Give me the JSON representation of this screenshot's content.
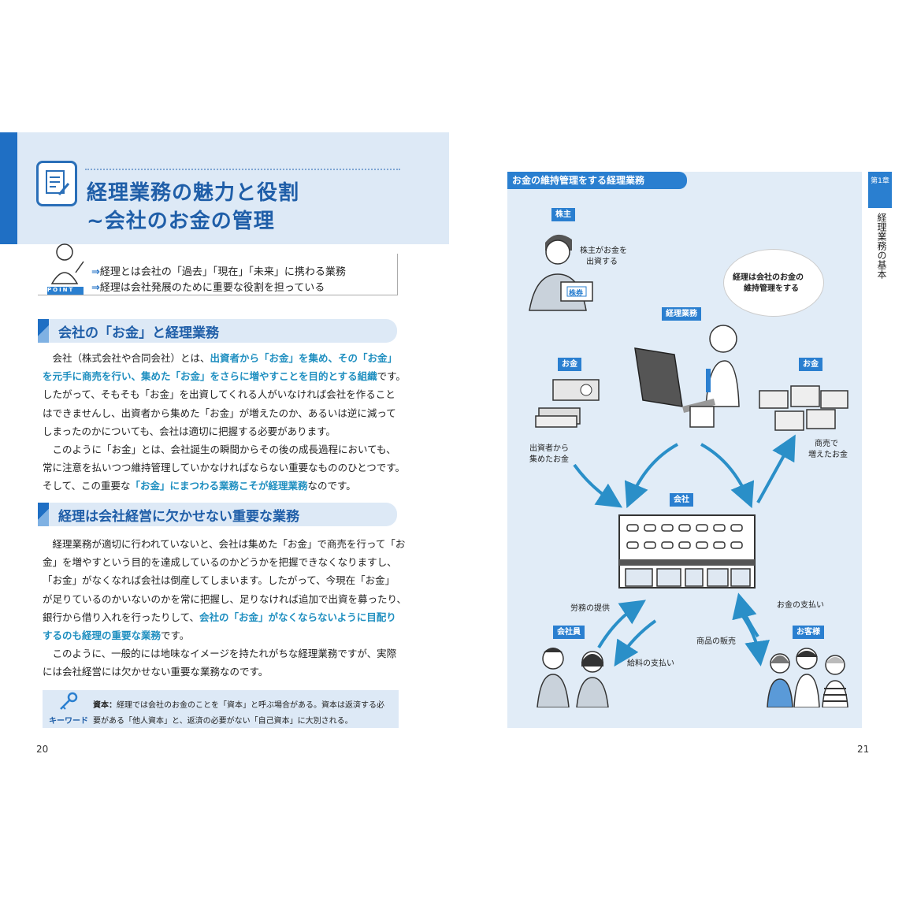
{
  "left_page": {
    "title_line1": "経理業務の魅力と役割",
    "title_line2": "~会社のお金の管理",
    "point": {
      "badge": "POINT",
      "items": [
        "経理とは会社の「過去」「現在」「未来」に携わる業務",
        "経理は会社発展のために重要な役割を担っている"
      ]
    },
    "section1": {
      "title": "会社の「お金」と経理業務",
      "lines": [
        {
          "a": "　会社（株式会社や合同会社）とは、",
          "b": "出資者から「お金」を集め、その「お金」",
          "c": ""
        },
        {
          "a": "",
          "b": "を元手に商売を行い、集めた「お金」をさらに増やすことを目的とする組織",
          "c": "です。"
        },
        {
          "a": "したがって、そもそも「お金」を出資してくれる人がいなければ会社を作ること",
          "b": "",
          "c": ""
        },
        {
          "a": "はできませんし、出資者から集めた「お金」が増えたのか、あるいは逆に減って",
          "b": "",
          "c": ""
        },
        {
          "a": "しまったのかについても、会社は適切に把握する必要があります。",
          "b": "",
          "c": ""
        },
        {
          "a": "　このように「お金」とは、会社誕生の瞬間からその後の成長過程においても、",
          "b": "",
          "c": ""
        },
        {
          "a": "常に注意を払いつつ維持管理していかなければならない重要なもののひとつです。",
          "b": "",
          "c": ""
        },
        {
          "a": "そして、この重要な",
          "b": "「お金」にまつわる業務こそが経理業務",
          "c": "なのです。"
        }
      ]
    },
    "section2": {
      "title": "経理は会社経営に欠かせない重要な業務",
      "lines": [
        {
          "a": "　経理業務が適切に行われていないと、会社は集めた「お金」で商売を行って「お",
          "b": "",
          "c": ""
        },
        {
          "a": "金」を増やすという目的を達成しているのかどうかを把握できなくなりますし、",
          "b": "",
          "c": ""
        },
        {
          "a": "「お金」がなくなれば会社は倒産してしまいます。したがって、今現在「お金」",
          "b": "",
          "c": ""
        },
        {
          "a": "が足りているのかいないのかを常に把握し、足りなければ追加で出資を募ったり、",
          "b": "",
          "c": ""
        },
        {
          "a": "銀行から借り入れを行ったりして、",
          "b": "会社の「お金」がなくならないように目配り",
          "c": ""
        },
        {
          "a": "",
          "b": "するのも経理の重要な業務",
          "c": "です。"
        },
        {
          "a": "　このように、一般的には地味なイメージを持たれがちな経理業務ですが、実際",
          "b": "",
          "c": ""
        },
        {
          "a": "には会社経営には欠かせない重要な業務なのです。",
          "b": "",
          "c": ""
        }
      ]
    },
    "keyword": {
      "label": "キーワード",
      "term": "資本：",
      "line1": "経理では会社のお金のことを「資本」と呼ぶ場合がある。資本は返済する必",
      "line2": "要がある「他人資本」と、返済の必要がない「自己資本」に大別される。"
    },
    "page_number": "20"
  },
  "right_page": {
    "diagram_title": "お金の維持管理をする経理業務",
    "tags": {
      "shareholder": "株主",
      "accounting": "経理業務",
      "money_left": "お金",
      "money_right": "お金",
      "company": "会社",
      "employees": "会社員",
      "customers": "お客様"
    },
    "labels": {
      "shareholder_invests_1": "株主がお金を",
      "shareholder_invests_2": "出資する",
      "bubble_1": "経理は会社のお金の",
      "bubble_2": "維持管理をする",
      "collected_1": "出資者から",
      "collected_2": "集めたお金",
      "increased_1": "商売で",
      "increased_2": "増えたお金",
      "labor": "労務の提供",
      "salary": "給料の支払い",
      "sales": "商品の販売",
      "payment": "お金の支払い",
      "stock_cert": "株券"
    },
    "chapter": {
      "label": "第1章",
      "title": "経理業務の基本"
    },
    "page_number": "21"
  },
  "colors": {
    "accent": "#1f6fc4",
    "band": "#dde9f6",
    "highlight": "#1f8fc0",
    "diagram_bg": "#e1ecf7"
  }
}
